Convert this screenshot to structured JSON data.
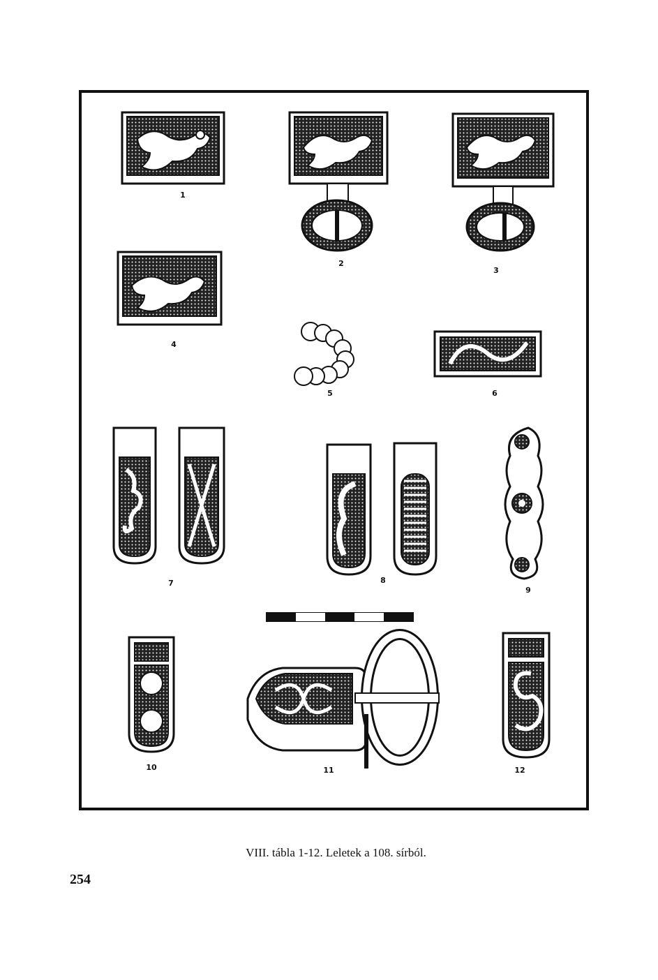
{
  "plate": {
    "figures": [
      {
        "num": "1",
        "subject": "rectangular plaque with animal"
      },
      {
        "num": "2",
        "subject": "plaque with animal and hinged loop"
      },
      {
        "num": "3",
        "subject": "plaque with animal and hinged loop"
      },
      {
        "num": "4",
        "subject": "rectangular plaque with animal"
      },
      {
        "num": "5",
        "subject": "beaded ring fragment"
      },
      {
        "num": "6",
        "subject": "openwork plaque"
      },
      {
        "num": "7",
        "subject": "strap end, front and back"
      },
      {
        "num": "8",
        "subject": "strap end, front and back"
      },
      {
        "num": "9",
        "subject": "openwork strap mount"
      },
      {
        "num": "10",
        "subject": "strap end with rosettes"
      },
      {
        "num": "11",
        "subject": "buckle"
      },
      {
        "num": "12",
        "subject": "strap end with scroll"
      }
    ],
    "labels": [
      "1",
      "2",
      "3",
      "4",
      "5",
      "6",
      "7",
      "8",
      "9",
      "10",
      "11",
      "12"
    ]
  },
  "caption": "VIII. tábla 1-12. Leletek a 108. sírból.",
  "page_number": "254"
}
